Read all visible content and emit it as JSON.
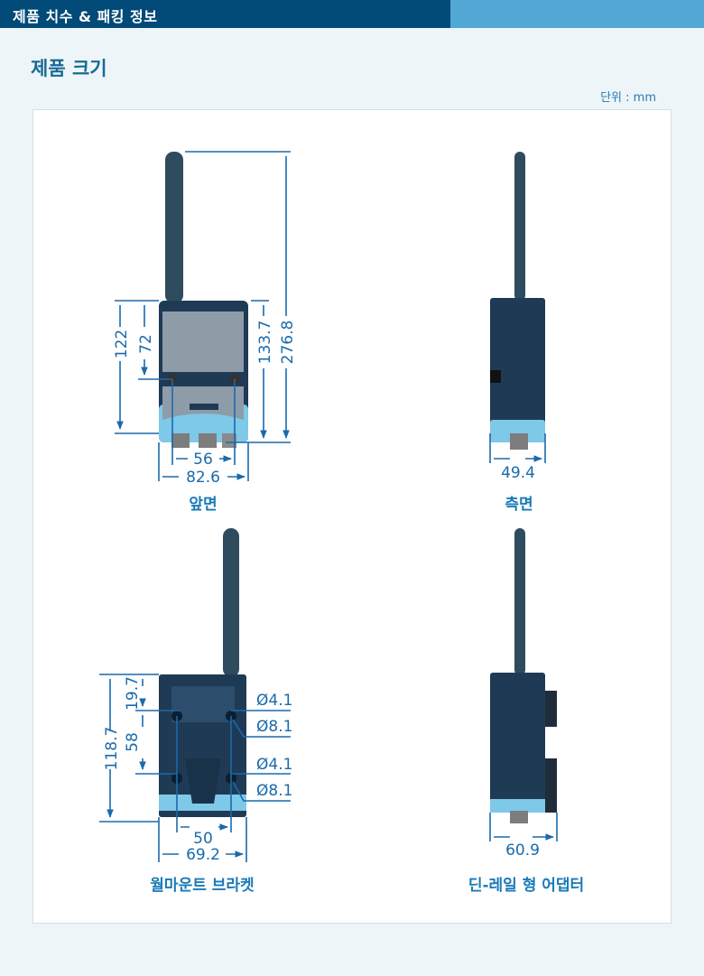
{
  "header": {
    "title": "제품 치수 & 패킹 정보"
  },
  "section": {
    "title": "제품 크기",
    "unit": "단위 : mm"
  },
  "views": {
    "front": {
      "caption": "앞면",
      "dims": {
        "d122": "122",
        "d72": "72",
        "d133": "133.7",
        "d276": "276.8",
        "d56": "56",
        "d82": "82.6"
      }
    },
    "side": {
      "caption": "측면",
      "dims": {
        "d49": "49.4"
      }
    },
    "wall": {
      "caption": "월마운트 브라켓",
      "dims": {
        "d118": "118.7",
        "d19": "19.7",
        "d58": "58",
        "h1": "Ø4.1",
        "h2": "Ø8.1",
        "h3": "Ø4.1",
        "h4": "Ø8.1",
        "d50": "50",
        "d69": "69.2"
      }
    },
    "din": {
      "caption": "딘-레일 형 어댑터",
      "dims": {
        "d60": "60.9"
      }
    }
  },
  "colors": {
    "header_dark": "#024a78",
    "header_light": "#51a8d5",
    "dimension": "#1a6aab",
    "device_body": "#1f3a55",
    "device_band": "#7ec8e8"
  }
}
